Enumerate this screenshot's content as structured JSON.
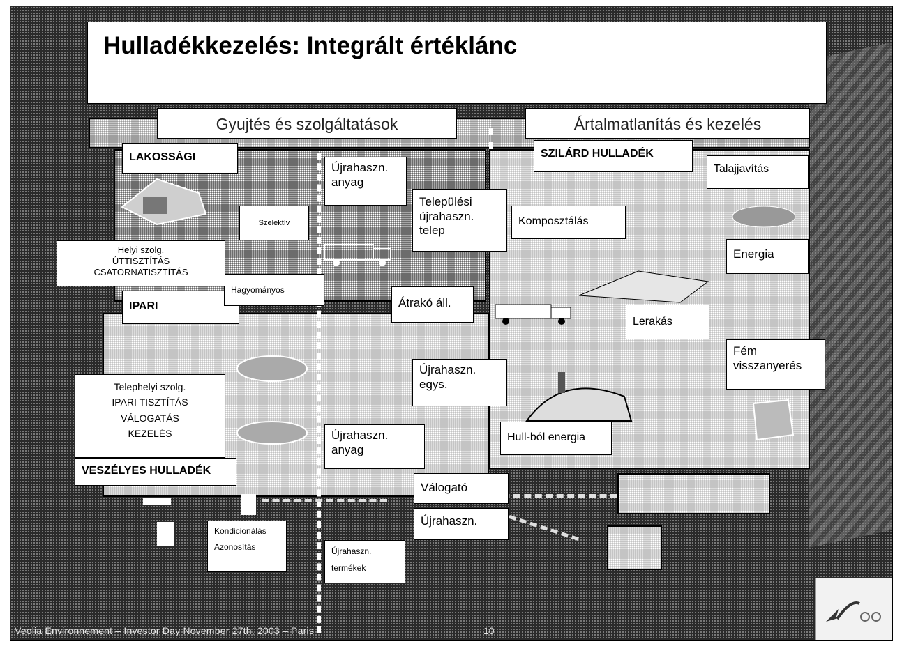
{
  "title": "Hulladékkezelés: Integrált értéklánc",
  "headers": {
    "collection": "Gyujtés és szolgáltatások",
    "treatment": "Ártalmatlanítás és kezelés"
  },
  "sections": {
    "residential": "LAKOSSÁGI",
    "industrial": "IPARI",
    "hazardous": "VESZÉLYES HULLADÉK",
    "solid_waste": "SZILÁRD HULLADÉK"
  },
  "labels": {
    "selective": "Szelektív",
    "traditional": "Hagyományos",
    "local_services": [
      "Helyi szolg.",
      "ÚTTISZTÍTÁS",
      "CSATORNATISZTÍTÁS"
    ],
    "site_services": [
      "Telephelyi szolg.",
      "IPARI TISZTÍTÁS",
      "VÁLOGATÁS",
      "KEZELÉS"
    ],
    "recyclable_material_1": [
      "Újrahaszn.",
      "anyag"
    ],
    "municipal_recycling": [
      "Települési",
      "újrahaszn.",
      "telep"
    ],
    "transfer_station": "Átrakó áll.",
    "recycling_unit": [
      "Újrahaszn.",
      "egys."
    ],
    "recyclable_material_2": [
      "Újrahaszn.",
      "anyag"
    ],
    "sorting": "Válogató",
    "recycling": "Újrahaszn.",
    "recycled_products": [
      "Újrahaszn.",
      "termékek"
    ],
    "conditioning": [
      "Kondicionálás",
      "Azonosítás"
    ],
    "composting": "Komposztálás",
    "landfill": "Lerakás",
    "waste_to_energy": "Hull-ból energia",
    "soil_improvement": "Talajjavítás",
    "energy": "Energia",
    "metal_recovery": [
      "Fém",
      "visszanyerés"
    ]
  },
  "footer": "Veolia Environnement – Investor Day November 27th, 2003 – Paris",
  "page_number": "10"
}
